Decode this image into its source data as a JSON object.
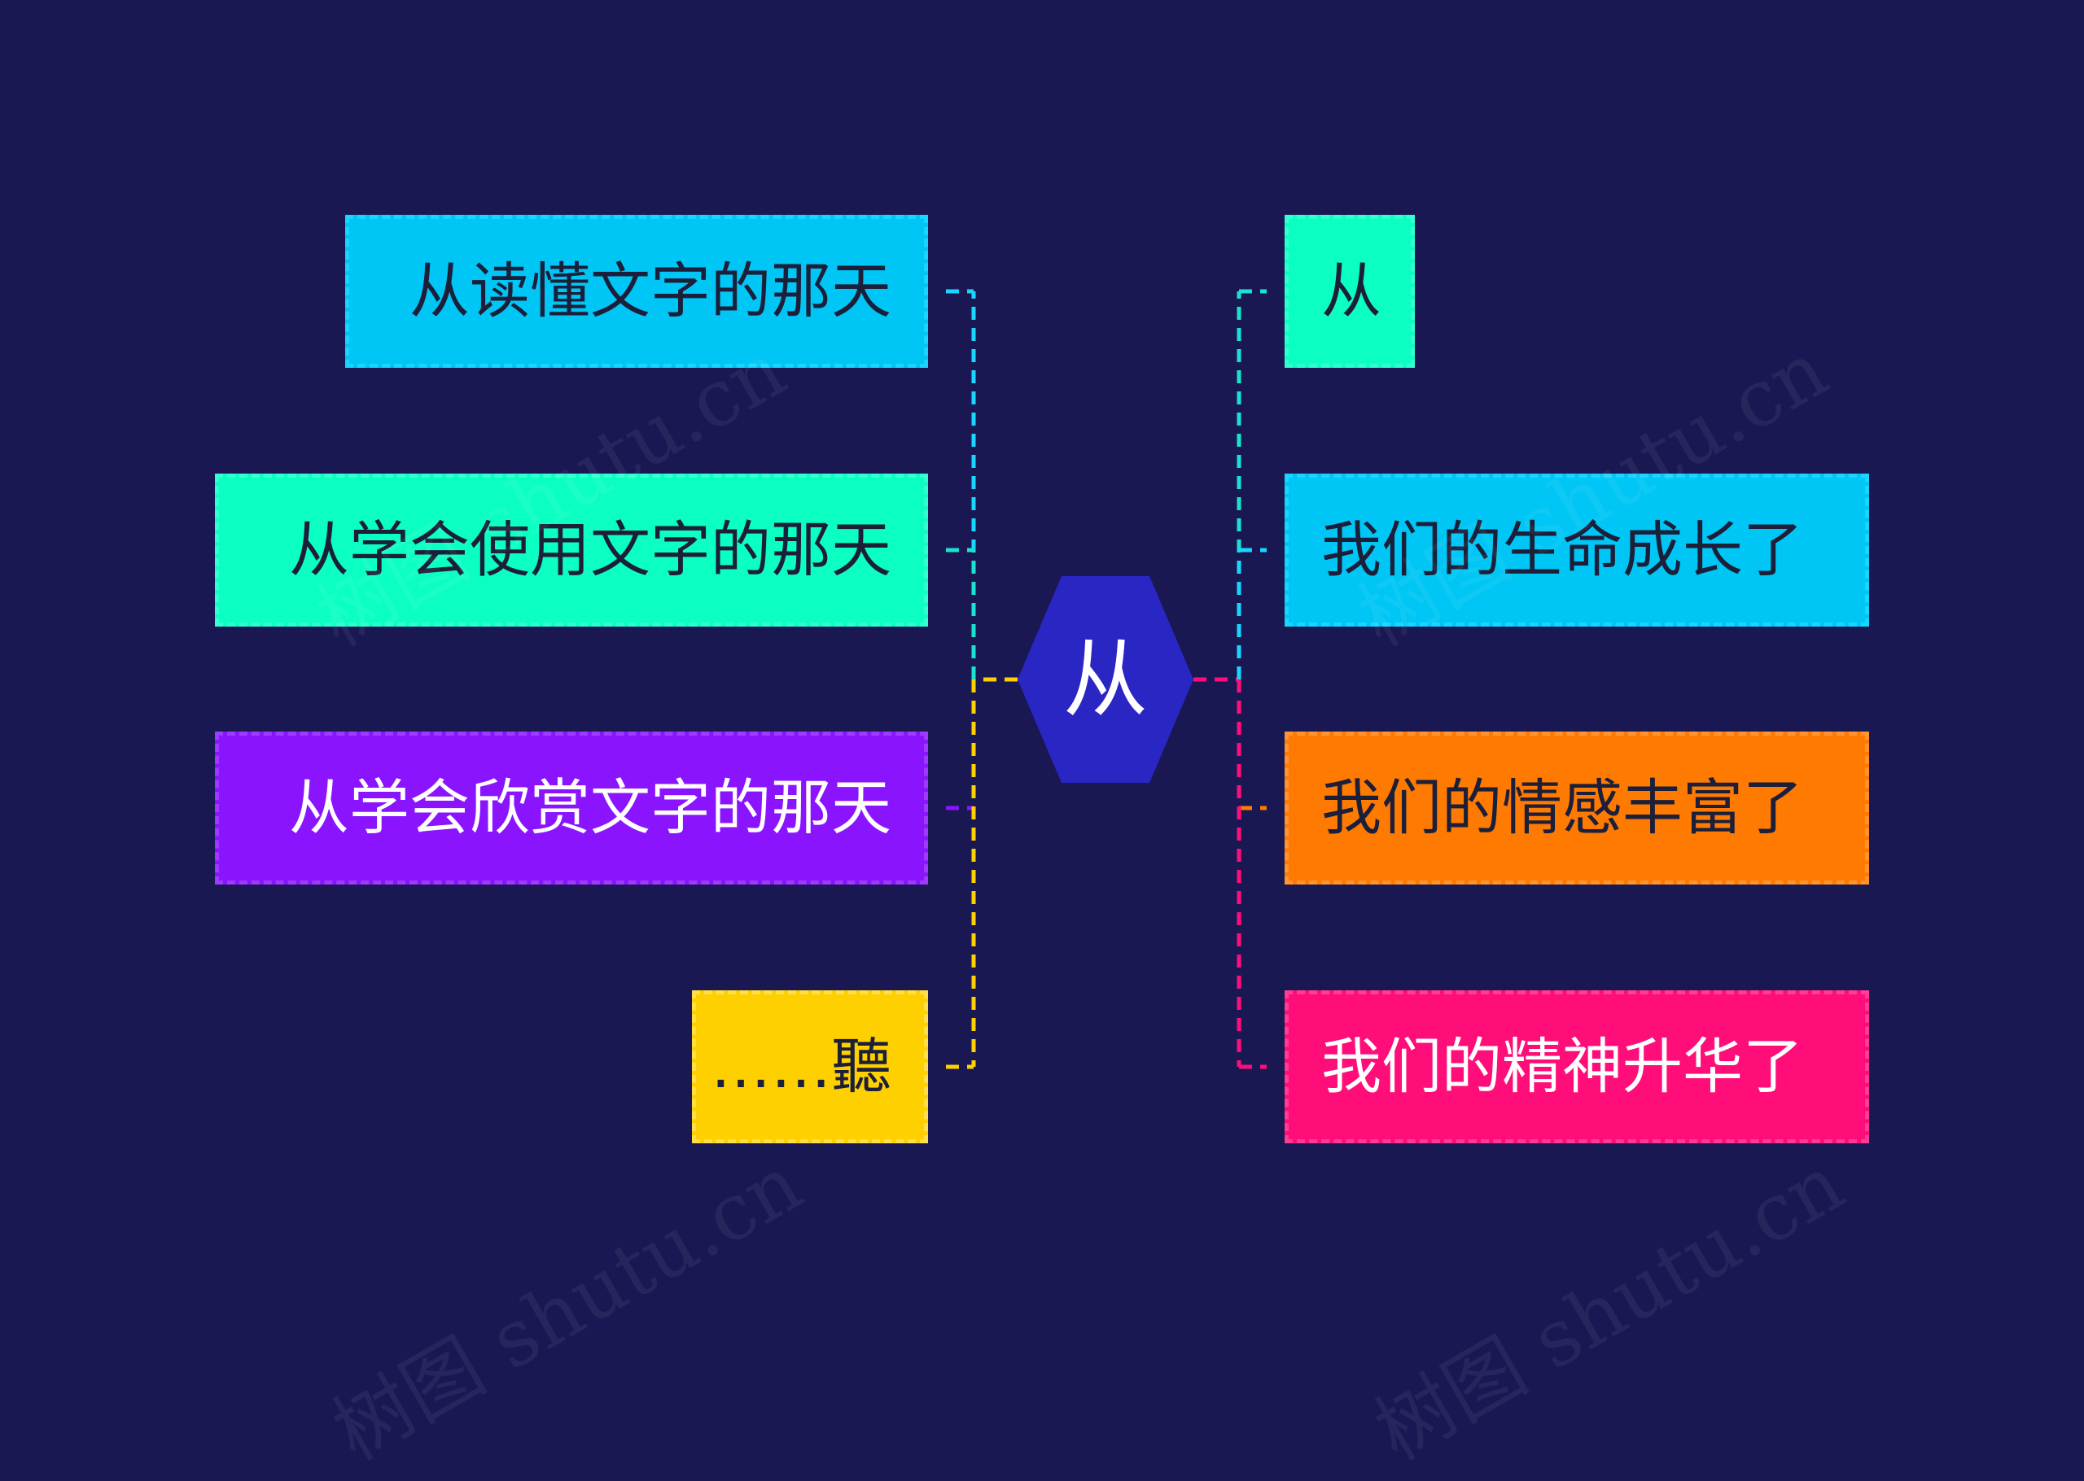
{
  "center": {
    "label": "从",
    "color": "#2a26c4",
    "text_color": "#ffffff"
  },
  "background": "#191852",
  "left_branches": [
    {
      "label": "从读懂文字的那天",
      "fill": "#00c6f5",
      "border": "#1ad6ff",
      "text_color": "#1b1f3a",
      "line_color": "#1ad6ff"
    },
    {
      "label": "从学会使用文字的那天",
      "fill": "#0bffc2",
      "border": "#33ffd0",
      "text_color": "#1b1f3a",
      "line_color": "#19e3d0"
    },
    {
      "label": "从学会欣赏文字的那天",
      "fill": "#8b14ff",
      "border": "#9d3bff",
      "text_color": "#ffffff",
      "line_color": "#8b14ff"
    },
    {
      "label": "……聽",
      "fill": "#ffd000",
      "border": "#ffe04a",
      "text_color": "#1b1f3a",
      "line_color": "#ffd000"
    }
  ],
  "right_branches": [
    {
      "label": "从",
      "fill": "#0bffc2",
      "border": "#33ffd0",
      "text_color": "#1b1f3a",
      "line_color": "#19e3d0"
    },
    {
      "label": "我们的生命成长了",
      "fill": "#00c6f5",
      "border": "#1ad6ff",
      "text_color": "#1b1f3a",
      "line_color": "#1ad6ff"
    },
    {
      "label": "我们的情感丰富了",
      "fill": "#ff7a00",
      "border": "#ff9433",
      "text_color": "#1b1f3a",
      "line_color": "#ff7a00"
    },
    {
      "label": "我们的精神升华了",
      "fill": "#ff0e7a",
      "border": "#ff3d94",
      "text_color": "#ffffff",
      "line_color": "#ff0e7a"
    }
  ],
  "trunk_colors": {
    "left": "#ffd000",
    "right": "#ff0e7a"
  },
  "watermark": [
    "树图 shutu.cn",
    "树图 shutu.cn",
    "树图 shutu.cn",
    "树图 shutu.cn"
  ]
}
